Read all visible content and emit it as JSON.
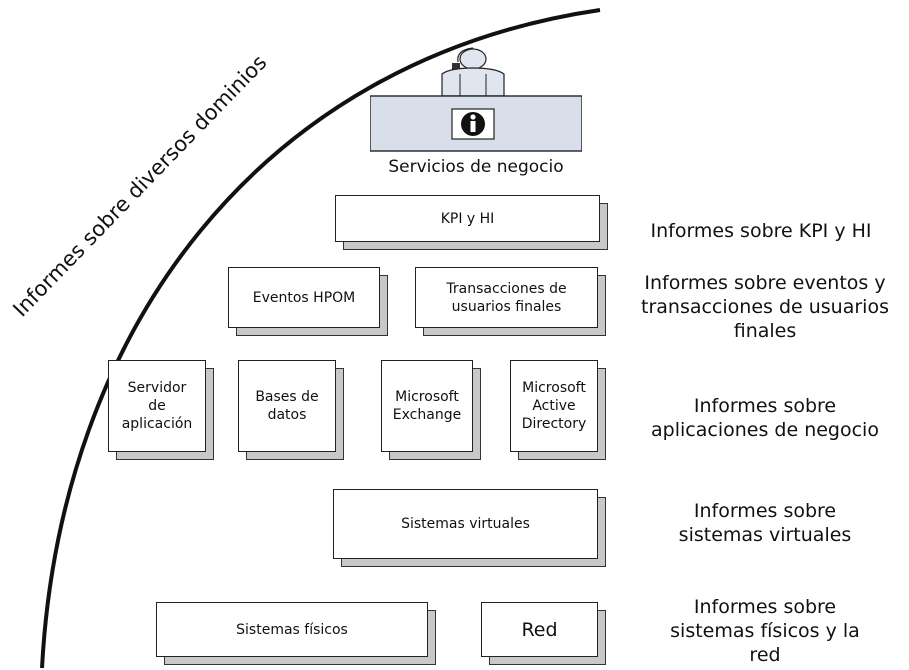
{
  "arc_label": "Informes sobre diversos dominios",
  "business": {
    "title": "Servicios de negocio",
    "icon": "info-icon",
    "person_icon": "user-headset-icon"
  },
  "boxes": {
    "kpi": "KPI y HI",
    "eventos": "Eventos HPOM",
    "transacciones": [
      "Transacciones de",
      "usuarios finales"
    ],
    "servidor": [
      "Servidor",
      "de",
      "aplicación"
    ],
    "bases": [
      "Bases de",
      "datos"
    ],
    "exchange": [
      "Microsoft",
      "Exchange"
    ],
    "active_directory": [
      "Microsoft",
      "Active",
      "Directory"
    ],
    "virtuales": "Sistemas virtuales",
    "fisicos": "Sistemas físicos",
    "red": "Red"
  },
  "labels": {
    "kpi": "Informes sobre KPI y HI",
    "eventos": [
      "Informes sobre eventos y",
      "transacciones de usuarios",
      "finales"
    ],
    "aplicaciones": [
      "Informes sobre",
      "aplicaciones de negocio"
    ],
    "virtuales": [
      "Informes sobre",
      "sistemas virtuales"
    ],
    "fisicos": [
      "Informes sobre",
      "sistemas físicos y la",
      "red"
    ]
  }
}
